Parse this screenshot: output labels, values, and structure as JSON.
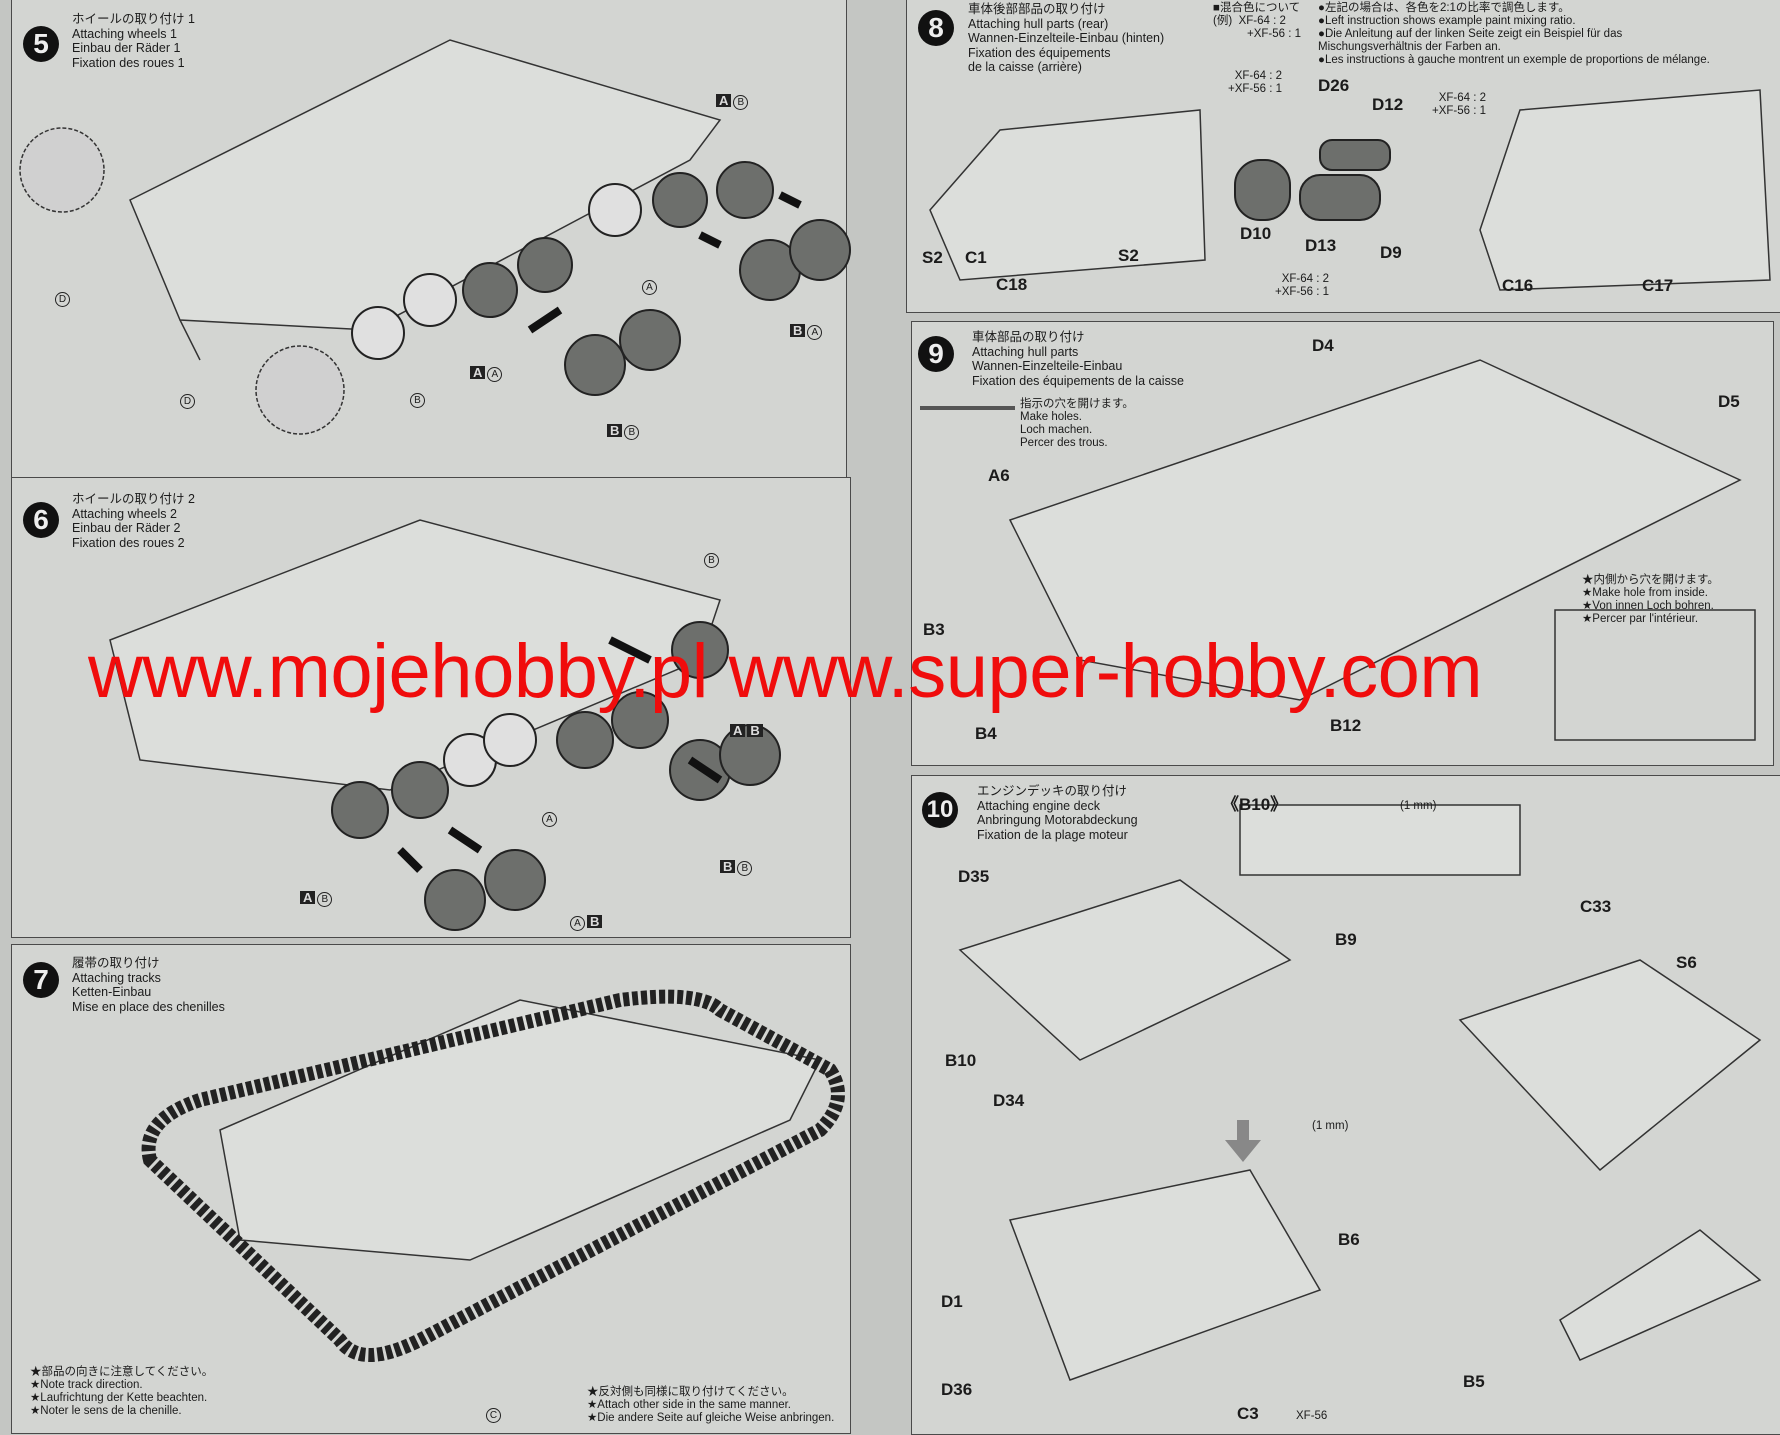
{
  "watermark": "www.mojehobby.pl www.super-hobby.com",
  "colors": {
    "watermark": "#f00c0c",
    "paper": "#d3d5d2",
    "ink": "#1b1b1b"
  },
  "step5": {
    "number": "5",
    "title_ja": "ホイールの取り付け 1",
    "title_en": "Attaching wheels 1",
    "title_de": "Einbau der Räder 1",
    "title_fr": "Fixation des roues 1",
    "parts": [
      "A",
      "B",
      "D",
      "D",
      "B",
      "A",
      "A",
      "A",
      "B",
      "A",
      "B",
      "B"
    ]
  },
  "step6": {
    "number": "6",
    "title_ja": "ホイールの取り付け 2",
    "title_en": "Attaching wheels 2",
    "title_de": "Einbau der Räder 2",
    "title_fr": "Fixation des roues 2",
    "parts": [
      "B",
      "A",
      "B",
      "A",
      "B",
      "B",
      "A",
      "B",
      "A",
      "B"
    ]
  },
  "step7": {
    "number": "7",
    "title_ja": "履帯の取り付け",
    "title_en": "Attaching tracks",
    "title_de": "Ketten-Einbau",
    "title_fr": "Mise en place des chenilles",
    "note_left": [
      "★部品の向きに注意してください。",
      "★Note track direction.",
      "★Laufrichtung der Kette beachten.",
      "★Noter le sens de la chenille."
    ],
    "note_right": [
      "★反対側も同様に取り付けてください。",
      "★Attach other side in the same manner.",
      "★Die andere Seite auf gleiche Weise anbringen."
    ],
    "parts": [
      "C"
    ]
  },
  "step8": {
    "number": "8",
    "title_ja": "車体後部部品の取り付け",
    "title_en": "Attaching hull parts (rear)",
    "title_de": "Wannen-Einzelteile-Einbau (hinten)",
    "title_fr": "Fixation des équipements",
    "title_fr2": "de la caisse (arrière)",
    "mix_heading": "■混合色について",
    "mix_example": "(例)",
    "mix_a": "XF-64 : 2",
    "mix_b": "+XF-56 : 1",
    "notes": [
      "●左記の場合は、各色を2:1の比率で調色します。",
      "●Left instruction shows example paint mixing ratio.",
      "●Die Anleitung auf der linken Seite zeigt ein Beispiel für das",
      "Mischungsverhältnis der Farben an.",
      "●Les instructions à gauche montrent un exemple de proportions de mélange."
    ],
    "parts": [
      "D26",
      "D12",
      "D10",
      "D13",
      "D9",
      "S2",
      "C1",
      "C18",
      "S2",
      "C16",
      "C17"
    ]
  },
  "step9": {
    "number": "9",
    "title_ja": "車体部品の取り付け",
    "title_en": "Attaching hull parts",
    "title_de": "Wannen-Einzelteile-Einbau",
    "title_fr": "Fixation des équipements de la caisse",
    "holes": [
      "指示の穴を開けます。",
      "Make holes.",
      "Loch machen.",
      "Percer des trous."
    ],
    "inside": [
      "★内側から穴を開けます。",
      "★Make hole from inside.",
      "★Von innen Loch bohren.",
      "★Percer par l'intérieur."
    ],
    "parts": [
      "D4",
      "D5",
      "A6",
      "B3",
      "B4",
      "B12"
    ]
  },
  "step10": {
    "number": "10",
    "title_ja": "エンジンデッキの取り付け",
    "title_en": "Attaching engine deck",
    "title_de": "Anbringung Motorabdeckung",
    "title_fr": "Fixation de la plage moteur",
    "callout": "《B10》",
    "drill": "(1 mm)",
    "paint": "XF-56",
    "parts": [
      "D35",
      "B9",
      "B10",
      "D34",
      "C33",
      "S6",
      "B6",
      "D1",
      "D36",
      "C3",
      "B5"
    ]
  }
}
